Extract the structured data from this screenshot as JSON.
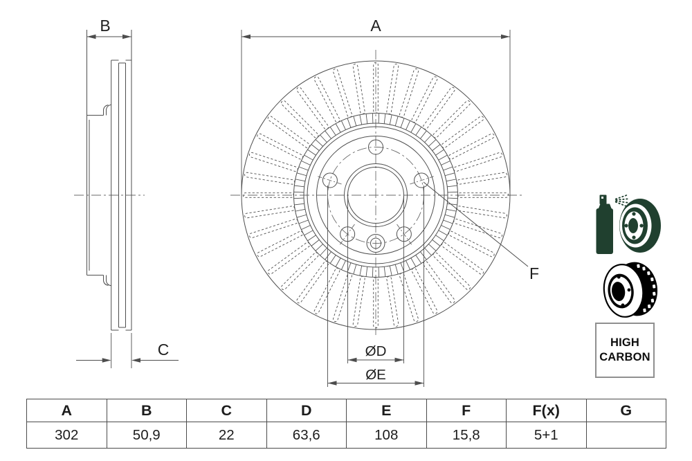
{
  "drawing": {
    "dim_a_label": "A",
    "dim_b_label": "B",
    "dim_c_label": "C",
    "dim_d_label": "ØD",
    "dim_e_label": "ØE",
    "dim_f_label": "F",
    "vane_slot_count": 40,
    "vane_rib_tick_count": 80,
    "bolt_hole_count": 5,
    "locating_hole_count": 1,
    "line_color": "#4d4d4d",
    "centerline_color": "#6a6a6a",
    "text_color": "#1e1e1e"
  },
  "badges": {
    "high_carbon_line1": "HIGH",
    "high_carbon_line2": "CARBON",
    "icon_green_color": "#20402f",
    "icon_black_color": "#000000"
  },
  "table": {
    "headers": [
      "A",
      "B",
      "C",
      "D",
      "E",
      "F",
      "F(x)",
      "G"
    ],
    "values": [
      "302",
      "50,9",
      "22",
      "63,6",
      "108",
      "15,8",
      "5+1",
      ""
    ]
  }
}
